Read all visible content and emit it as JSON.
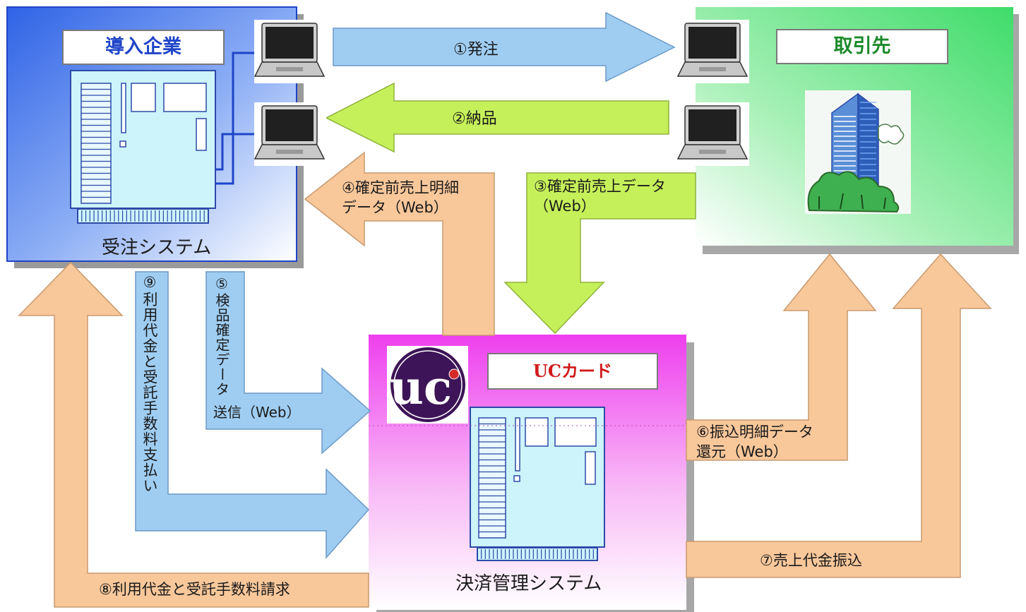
{
  "boxes": {
    "client": {
      "title": "導入企業",
      "system": "受注システム"
    },
    "partner": {
      "title": "取引先"
    },
    "uc": {
      "title": "UCカード",
      "logo_text": "uc",
      "system": "決済管理システム"
    }
  },
  "flows": {
    "f1": "①発注",
    "f2": "②納品",
    "f3_line1": "③確定前売上データ",
    "f3_line2": "（Web）",
    "f4_line1": "④確定前売上明細",
    "f4_line2": "データ（Web）",
    "f5_line1": "⑤検品確定データ",
    "f5_line2": "送信（Web）",
    "f6_line1": "⑥振込明細データ",
    "f6_line2": "還元（Web）",
    "f7": "⑦売上代金振込",
    "f8": "⑧利用代金と受託手数料請求",
    "f9": "⑨利用代金と受託手数料支払い"
  },
  "colors": {
    "arrow_blue": "#9fcdf2",
    "arrow_green": "#c6f05a",
    "arrow_orange": "#f8c79a",
    "client_box": "#3a6fe0",
    "partner_box": "#55e07a",
    "uc_box": "#f14ff0",
    "uc_title_text": "#d11a1a",
    "logo_bg": "#3d1457"
  }
}
